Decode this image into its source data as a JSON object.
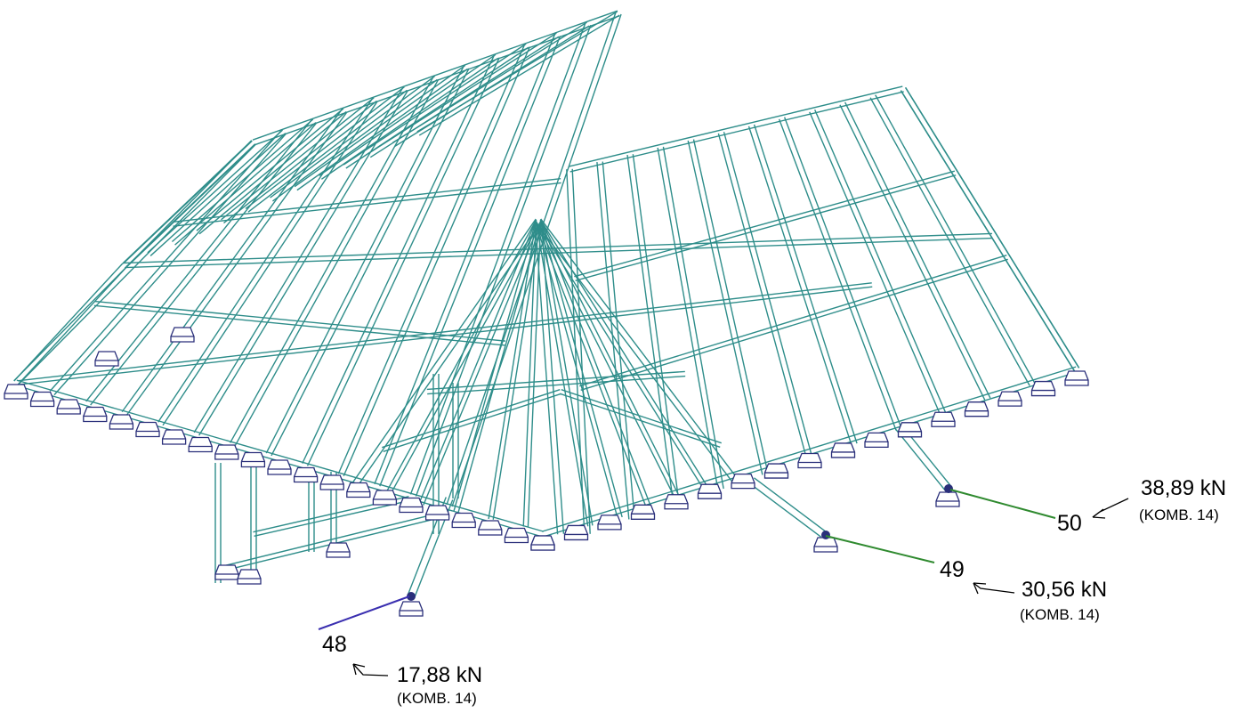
{
  "colors": {
    "structure": "#2e8d8a",
    "support": "#2a2f7a",
    "reaction_green": "#2f8a2f",
    "reaction_blue": "#3a2fb0",
    "text": "#000000"
  },
  "reactions": [
    {
      "node": "50",
      "force": "38,89 kN",
      "combination": "(KOMB. 14)"
    },
    {
      "node": "49",
      "force": "30,56 kN",
      "combination": "(KOMB. 14)"
    },
    {
      "node": "48",
      "force": "17,88 kN",
      "combination": "(KOMB. 14)"
    }
  ]
}
